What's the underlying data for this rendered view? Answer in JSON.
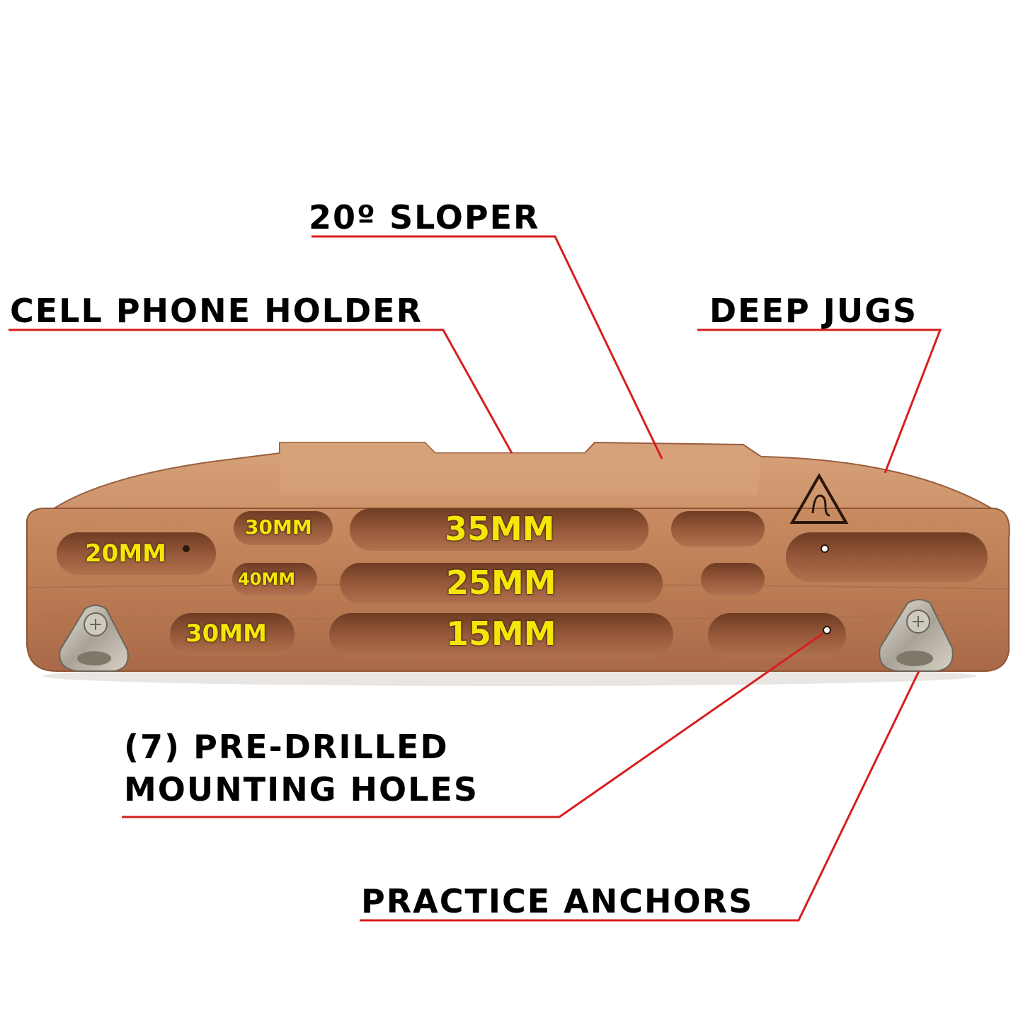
{
  "callouts": {
    "sloper": "20º SLOPER",
    "phone_holder": "CELL PHONE HOLDER",
    "deep_jugs": "DEEP JUGS",
    "mounting_holes_line1": "(7) PRE-DRILLED",
    "mounting_holes_line2": "MOUNTING HOLES",
    "anchors": "PRACTICE ANCHORS"
  },
  "hold_sizes": {
    "top_small": "30MM",
    "top_main": "35MM",
    "left_pocket": "20MM",
    "middle_small": "40MM",
    "middle_main": "25MM",
    "bottom_small": "30MM",
    "bottom_main": "15MM"
  },
  "colors": {
    "leader_line": "#d81e1e",
    "label_text": "#000000",
    "size_text": "#f5e60a",
    "wood": "#b97a52"
  },
  "icons": [
    "brand-logo-icon",
    "anchor-icon",
    "bolt-icon"
  ]
}
